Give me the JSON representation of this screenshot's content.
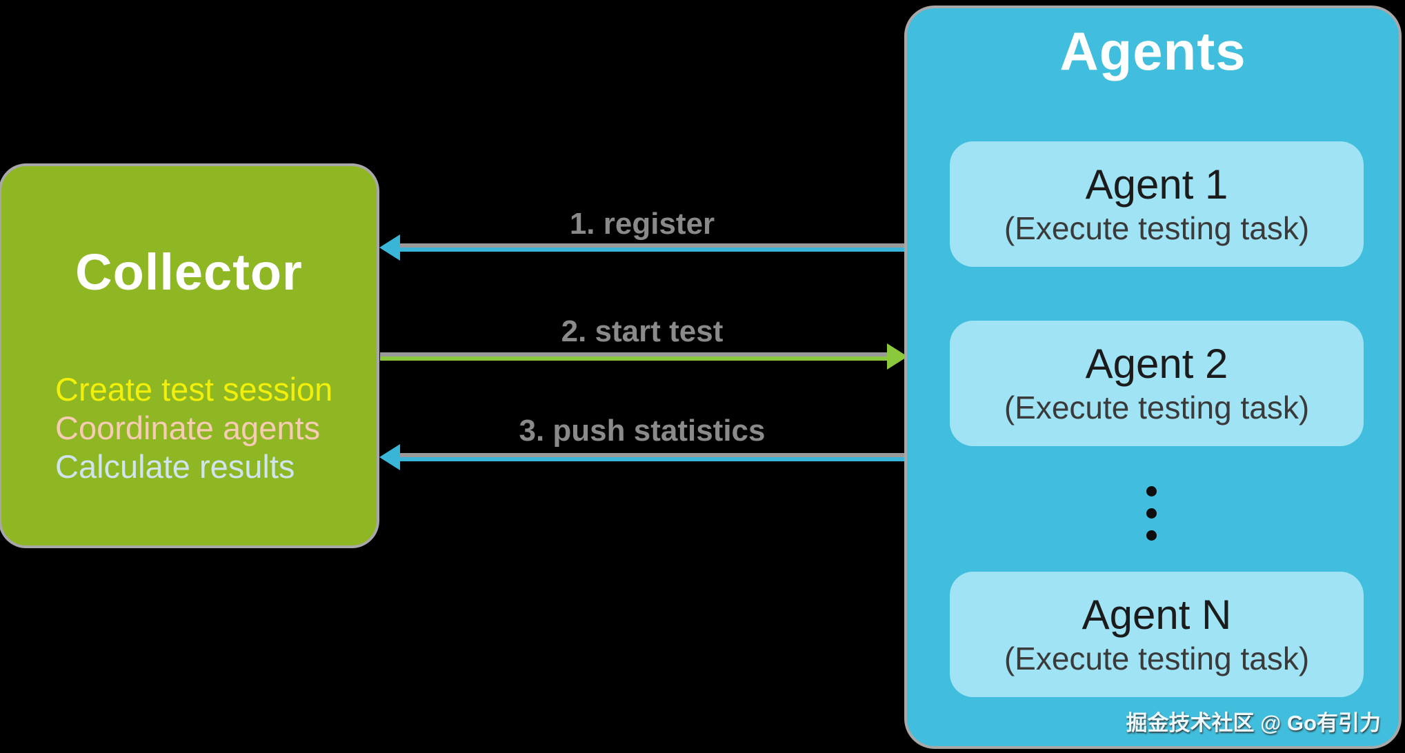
{
  "canvas": {
    "background": "#000000",
    "border_color": "#a8a8a8"
  },
  "collector": {
    "title": "Collector",
    "box_color": "#8eb723",
    "title_color": "#ffffff",
    "responsibilities": [
      {
        "text": "Create test session",
        "color": "#f2ef0a"
      },
      {
        "text": "Coordinate agents",
        "color": "#f7ccb4"
      },
      {
        "text": "Calculate results",
        "color": "#d0e4ef"
      }
    ]
  },
  "arrows": [
    {
      "label": "1. register",
      "direction": "left",
      "color": "#38b5d7",
      "track_color": "#9a9a9a"
    },
    {
      "label": "2. start test",
      "direction": "right",
      "color": "#8cc83c",
      "track_color": "#9a9a9a"
    },
    {
      "label": "3. push statistics",
      "direction": "left",
      "color": "#38b5d7",
      "track_color": "#9a9a9a"
    }
  ],
  "arrow_label_color": "#8a8a8a",
  "agents": {
    "title": "Agents",
    "box_color": "#41bedd",
    "card_color": "#9fe3f4",
    "cards": [
      {
        "name": "Agent 1",
        "subtitle": "(Execute testing task)"
      },
      {
        "name": "Agent 2",
        "subtitle": "(Execute testing task)"
      },
      {
        "name": "Agent N",
        "subtitle": "(Execute testing task)"
      }
    ],
    "ellipsis": "⋮"
  },
  "watermark": "掘金技术社区 @ Go有引力"
}
